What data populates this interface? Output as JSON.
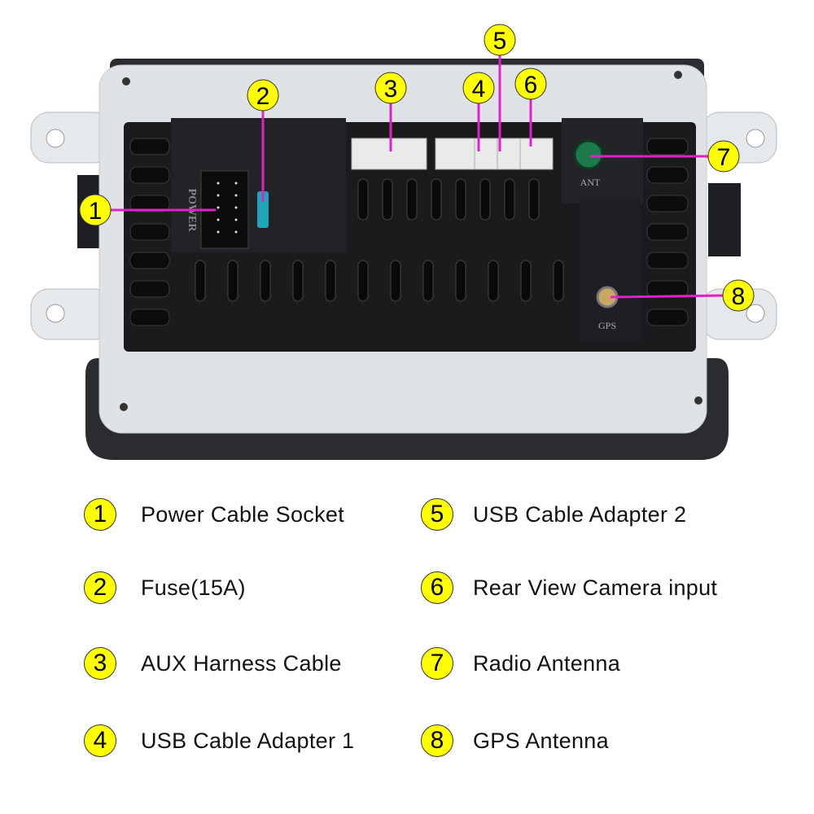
{
  "device_labels": {
    "power": "POWER",
    "ant": "ANT",
    "gps": "GPS"
  },
  "colors": {
    "callout_fill": "#ffff00",
    "callout_line": "#e020c8",
    "plate": "#dfe3e6",
    "housing": "#1b1b1d"
  },
  "callouts": [
    "1",
    "2",
    "3",
    "4",
    "5",
    "6",
    "7",
    "8"
  ],
  "legend": [
    {
      "num": "1",
      "label": "Power Cable Socket"
    },
    {
      "num": "2",
      "label": "Fuse(15A)"
    },
    {
      "num": "3",
      "label": "AUX Harness Cable"
    },
    {
      "num": "4",
      "label": "USB Cable Adapter 1"
    },
    {
      "num": "5",
      "label": "USB Cable Adapter 2"
    },
    {
      "num": "6",
      "label": "Rear View Camera input"
    },
    {
      "num": "7",
      "label": "Radio Antenna"
    },
    {
      "num": "8",
      "label": "GPS Antenna"
    }
  ]
}
